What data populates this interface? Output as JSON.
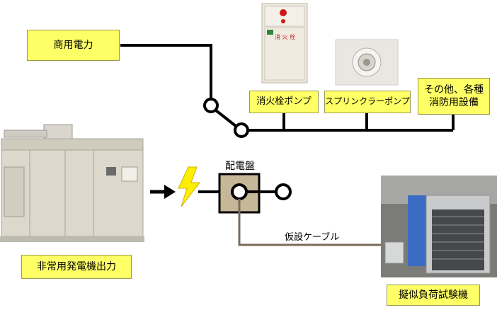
{
  "labels": {
    "commercial_power": "商用電力",
    "hydrant_pump": "消火栓ポンプ",
    "sprinkler_pump": "スプリンクラーポンプ",
    "other_line1": "その他、各種",
    "other_line2": "消防用設備",
    "generator_output": "非常用発電機出力",
    "distribution_board": "配電盤",
    "temporary_cable": "仮設ケーブル",
    "load_tester": "擬似負荷試験機"
  },
  "hydrant_box_text": "消 火 栓",
  "colors": {
    "label_fill": "#ffff66",
    "wire": "#000000",
    "cable": "#7a6a5a",
    "board_fill": "#c7b799",
    "bolt": "#ffee00"
  }
}
